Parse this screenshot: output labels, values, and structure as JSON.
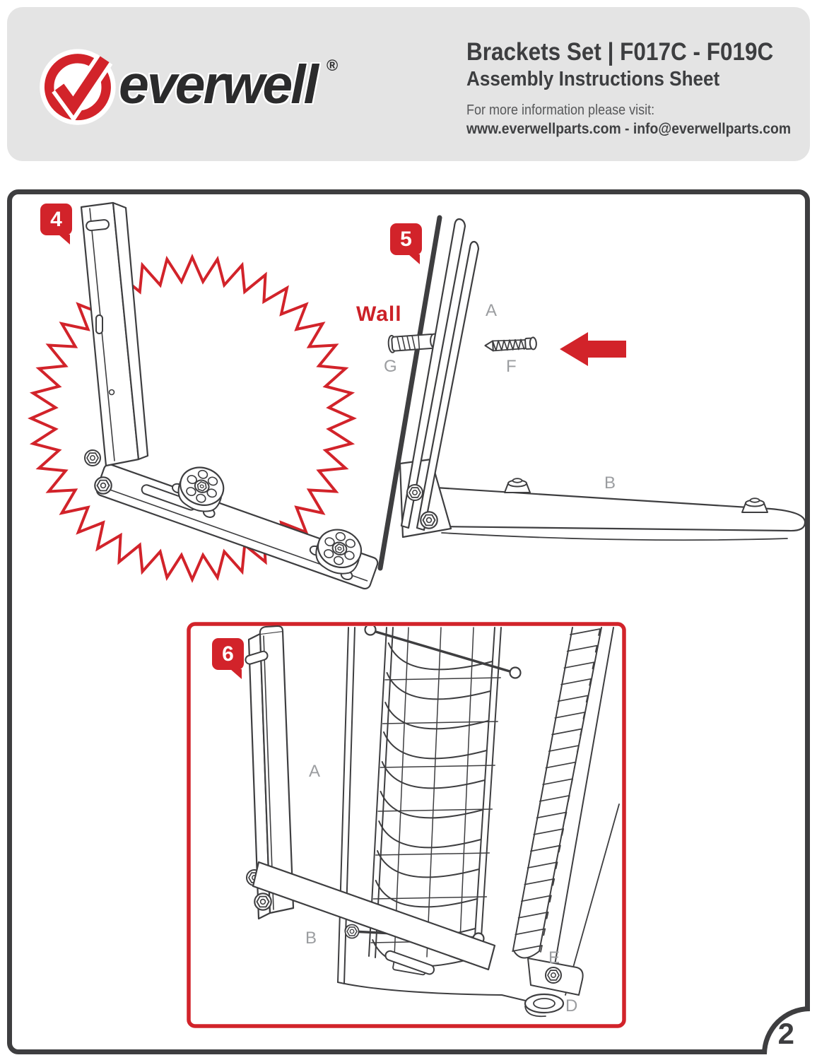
{
  "header": {
    "brand": "everwell",
    "registered_mark": "®",
    "product_title": "Brackets Set | F017C - F019C",
    "sheet_title": "Assembly Instructions Sheet",
    "info_prefix": "For more information please visit:",
    "contact_line": "www.everwellparts.com - info@everwellparts.com"
  },
  "diagram": {
    "step4": {
      "badge": "4"
    },
    "step5": {
      "badge": "5",
      "wall_label": "Wall",
      "part_a": "A",
      "part_g": "G",
      "part_f": "F",
      "part_b": "B"
    },
    "step6": {
      "badge": "6",
      "part_a": "A",
      "part_b": "B",
      "part_e": "E",
      "part_d": "D"
    }
  },
  "footer": {
    "page_number": "2"
  },
  "colors": {
    "accent_red": "#d2232a",
    "line_dark": "#3e3e40",
    "label_gray": "#9b9da0",
    "header_bg": "#e4e4e4"
  },
  "icons": {
    "logo": "checkmark-circle-icon",
    "step5_direction": "arrow-left-icon"
  }
}
